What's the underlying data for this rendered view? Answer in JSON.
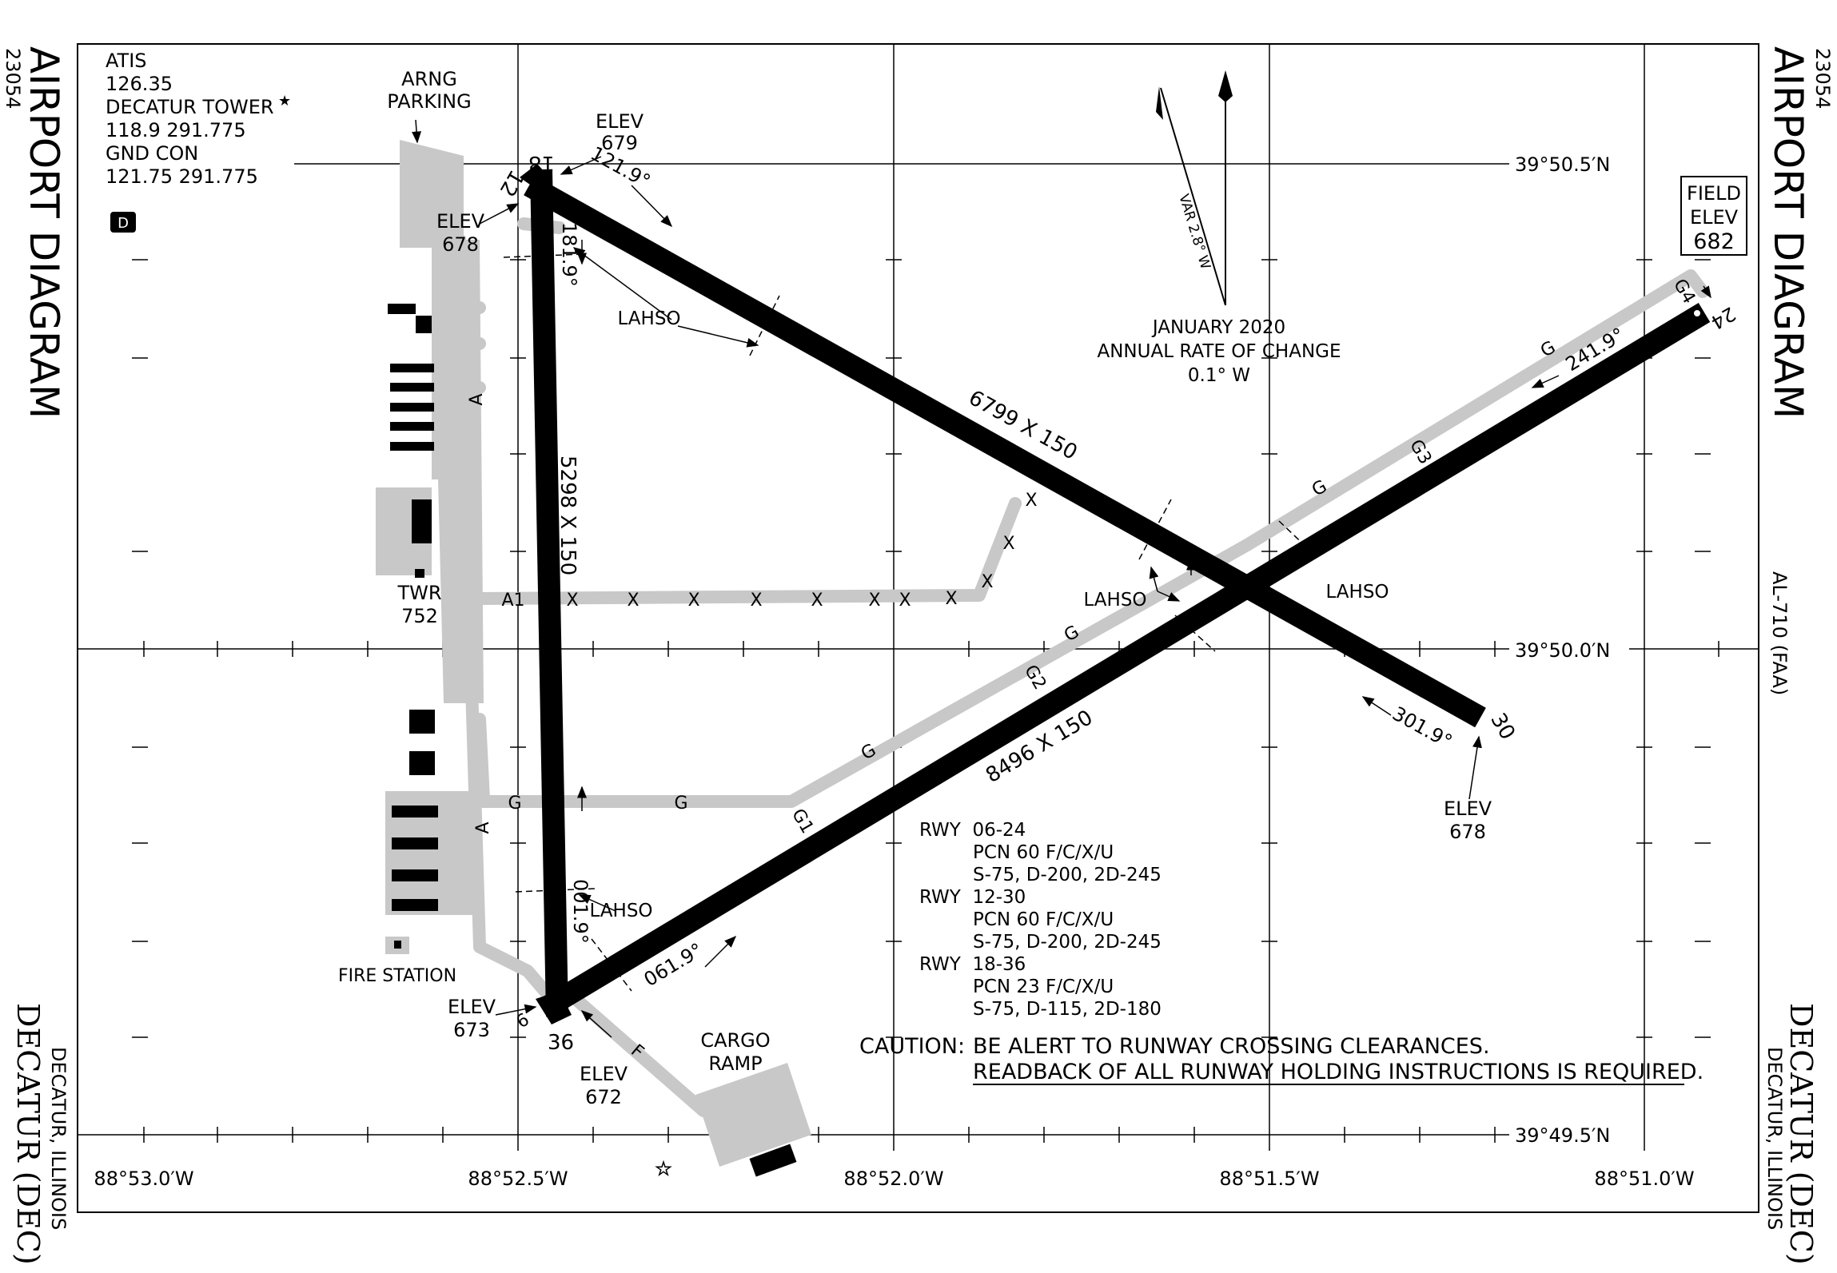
{
  "chart_id": "23054",
  "title": "AIRPORT DIAGRAM",
  "city": "DECATUR, ILLINOIS",
  "airport": "DECATUR (DEC)",
  "chart_ref": "AL-710 (FAA)",
  "comms": {
    "atis_label": "ATIS",
    "atis_freq": "126.35",
    "tower_label": "DECATUR TOWER",
    "tower_freq": "118.9 291.775",
    "gnd_label": "GND CON",
    "gnd_freq": "121.75 291.775",
    "tower_star": "★"
  },
  "d_badge": "D",
  "field_elev": {
    "line1": "FIELD",
    "line2": "ELEV",
    "value": "682"
  },
  "variation": {
    "var": "VAR 2.8° W",
    "line1": "JANUARY 2020",
    "line2": "ANNUAL RATE OF CHANGE",
    "line3": "0.1° W"
  },
  "latitudes": [
    "39°50.5′N",
    "39°50.0′N",
    "39°49.5′N"
  ],
  "longitudes": [
    "88°53.0′W",
    "88°52.5′W",
    "88°52.0′W",
    "88°51.5′W",
    "88°51.0′W"
  ],
  "runways": {
    "r18_36": {
      "dims": "5298 X 150",
      "end_a": "18",
      "end_b": "36",
      "hdg_a": "181.9°",
      "hdg_b": "001.9°"
    },
    "r12_30": {
      "dims": "6799 X 150",
      "end_a": "12",
      "end_b": "30",
      "hdg_a": "121.9°",
      "hdg_b": "301.9°"
    },
    "r06_24": {
      "dims": "8496 X 150",
      "end_a": "6",
      "end_b": "24",
      "hdg_a": "061.9°",
      "hdg_b": "241.9°"
    }
  },
  "elevations": {
    "elev_label": "ELEV",
    "e18": "679",
    "e12": "678",
    "e30": "678",
    "e6": "673",
    "e36": "672"
  },
  "facilities": {
    "arng_1": "ARNG",
    "arng_2": "PARKING",
    "twr_1": "TWR",
    "twr_2": "752",
    "fire": "FIRE STATION",
    "cargo_1": "CARGO",
    "cargo_2": "RAMP"
  },
  "taxiways": {
    "a": "A",
    "a1": "A1",
    "x": "X",
    "g": "G",
    "g1": "G1",
    "g2": "G2",
    "g3": "G3",
    "g4": "G4",
    "f": "F"
  },
  "lahso": "LAHSO",
  "pcn": [
    {
      "rwy": "RWY  06-24",
      "pcn": "PCN 60 F/C/X/U",
      "wt": "S-75, D-200, 2D-245"
    },
    {
      "rwy": "RWY  12-30",
      "pcn": "PCN 60 F/C/X/U",
      "wt": "S-75, D-200, 2D-245"
    },
    {
      "rwy": "RWY  18-36",
      "pcn": "PCN 23 F/C/X/U",
      "wt": "S-75, D-115, 2D-180"
    }
  ],
  "caution": {
    "label": "CAUTION:",
    "line1": "BE ALERT TO RUNWAY CROSSING CLEARANCES.",
    "line2": "READBACK OF ALL RUNWAY HOLDING INSTRUCTIONS IS REQUIRED."
  },
  "colors": {
    "runway": "#000000",
    "taxiway": "#c8c8c8",
    "background": "#ffffff"
  }
}
